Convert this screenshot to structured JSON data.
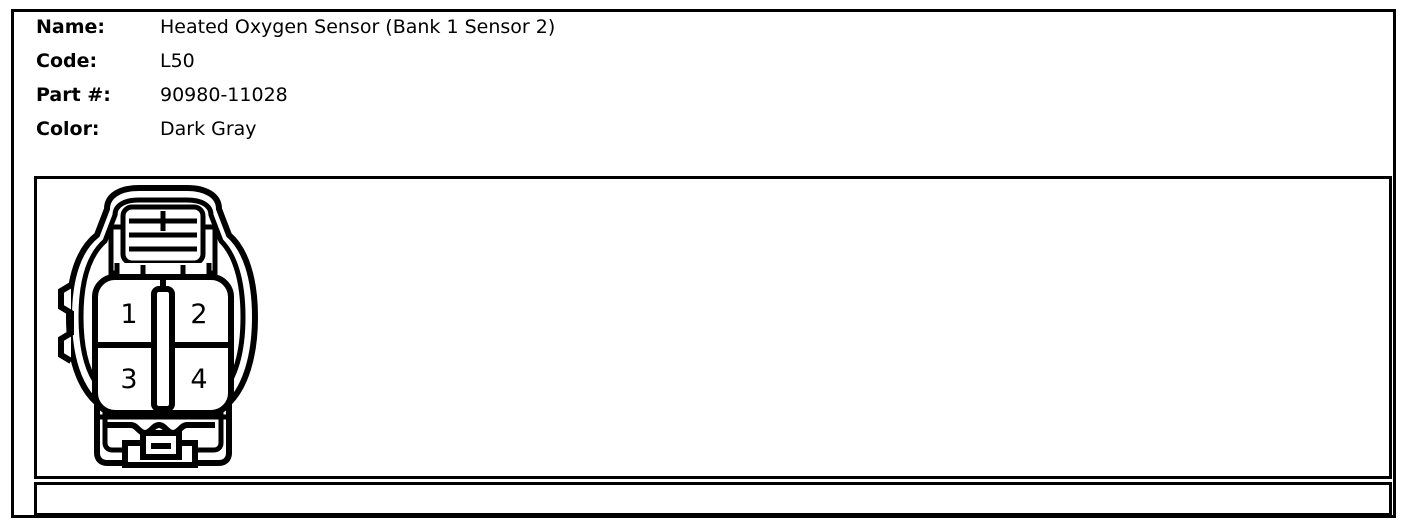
{
  "header": {
    "rows": [
      {
        "label": "Name:",
        "value": "Heated Oxygen Sensor (Bank 1 Sensor 2)"
      },
      {
        "label": "Code:",
        "value": "L50"
      },
      {
        "label": "Part #:",
        "value": "90980-11028"
      },
      {
        "label": "Color:",
        "value": "Dark Gray"
      }
    ]
  },
  "diagram": {
    "title": "connector-face-view",
    "pins": [
      {
        "number": "1",
        "position": "top-left"
      },
      {
        "number": "2",
        "position": "top-right"
      },
      {
        "number": "3",
        "position": "bottom-left"
      },
      {
        "number": "4",
        "position": "bottom-right"
      }
    ]
  },
  "colors": {
    "line": "#000000",
    "background": "#ffffff"
  }
}
